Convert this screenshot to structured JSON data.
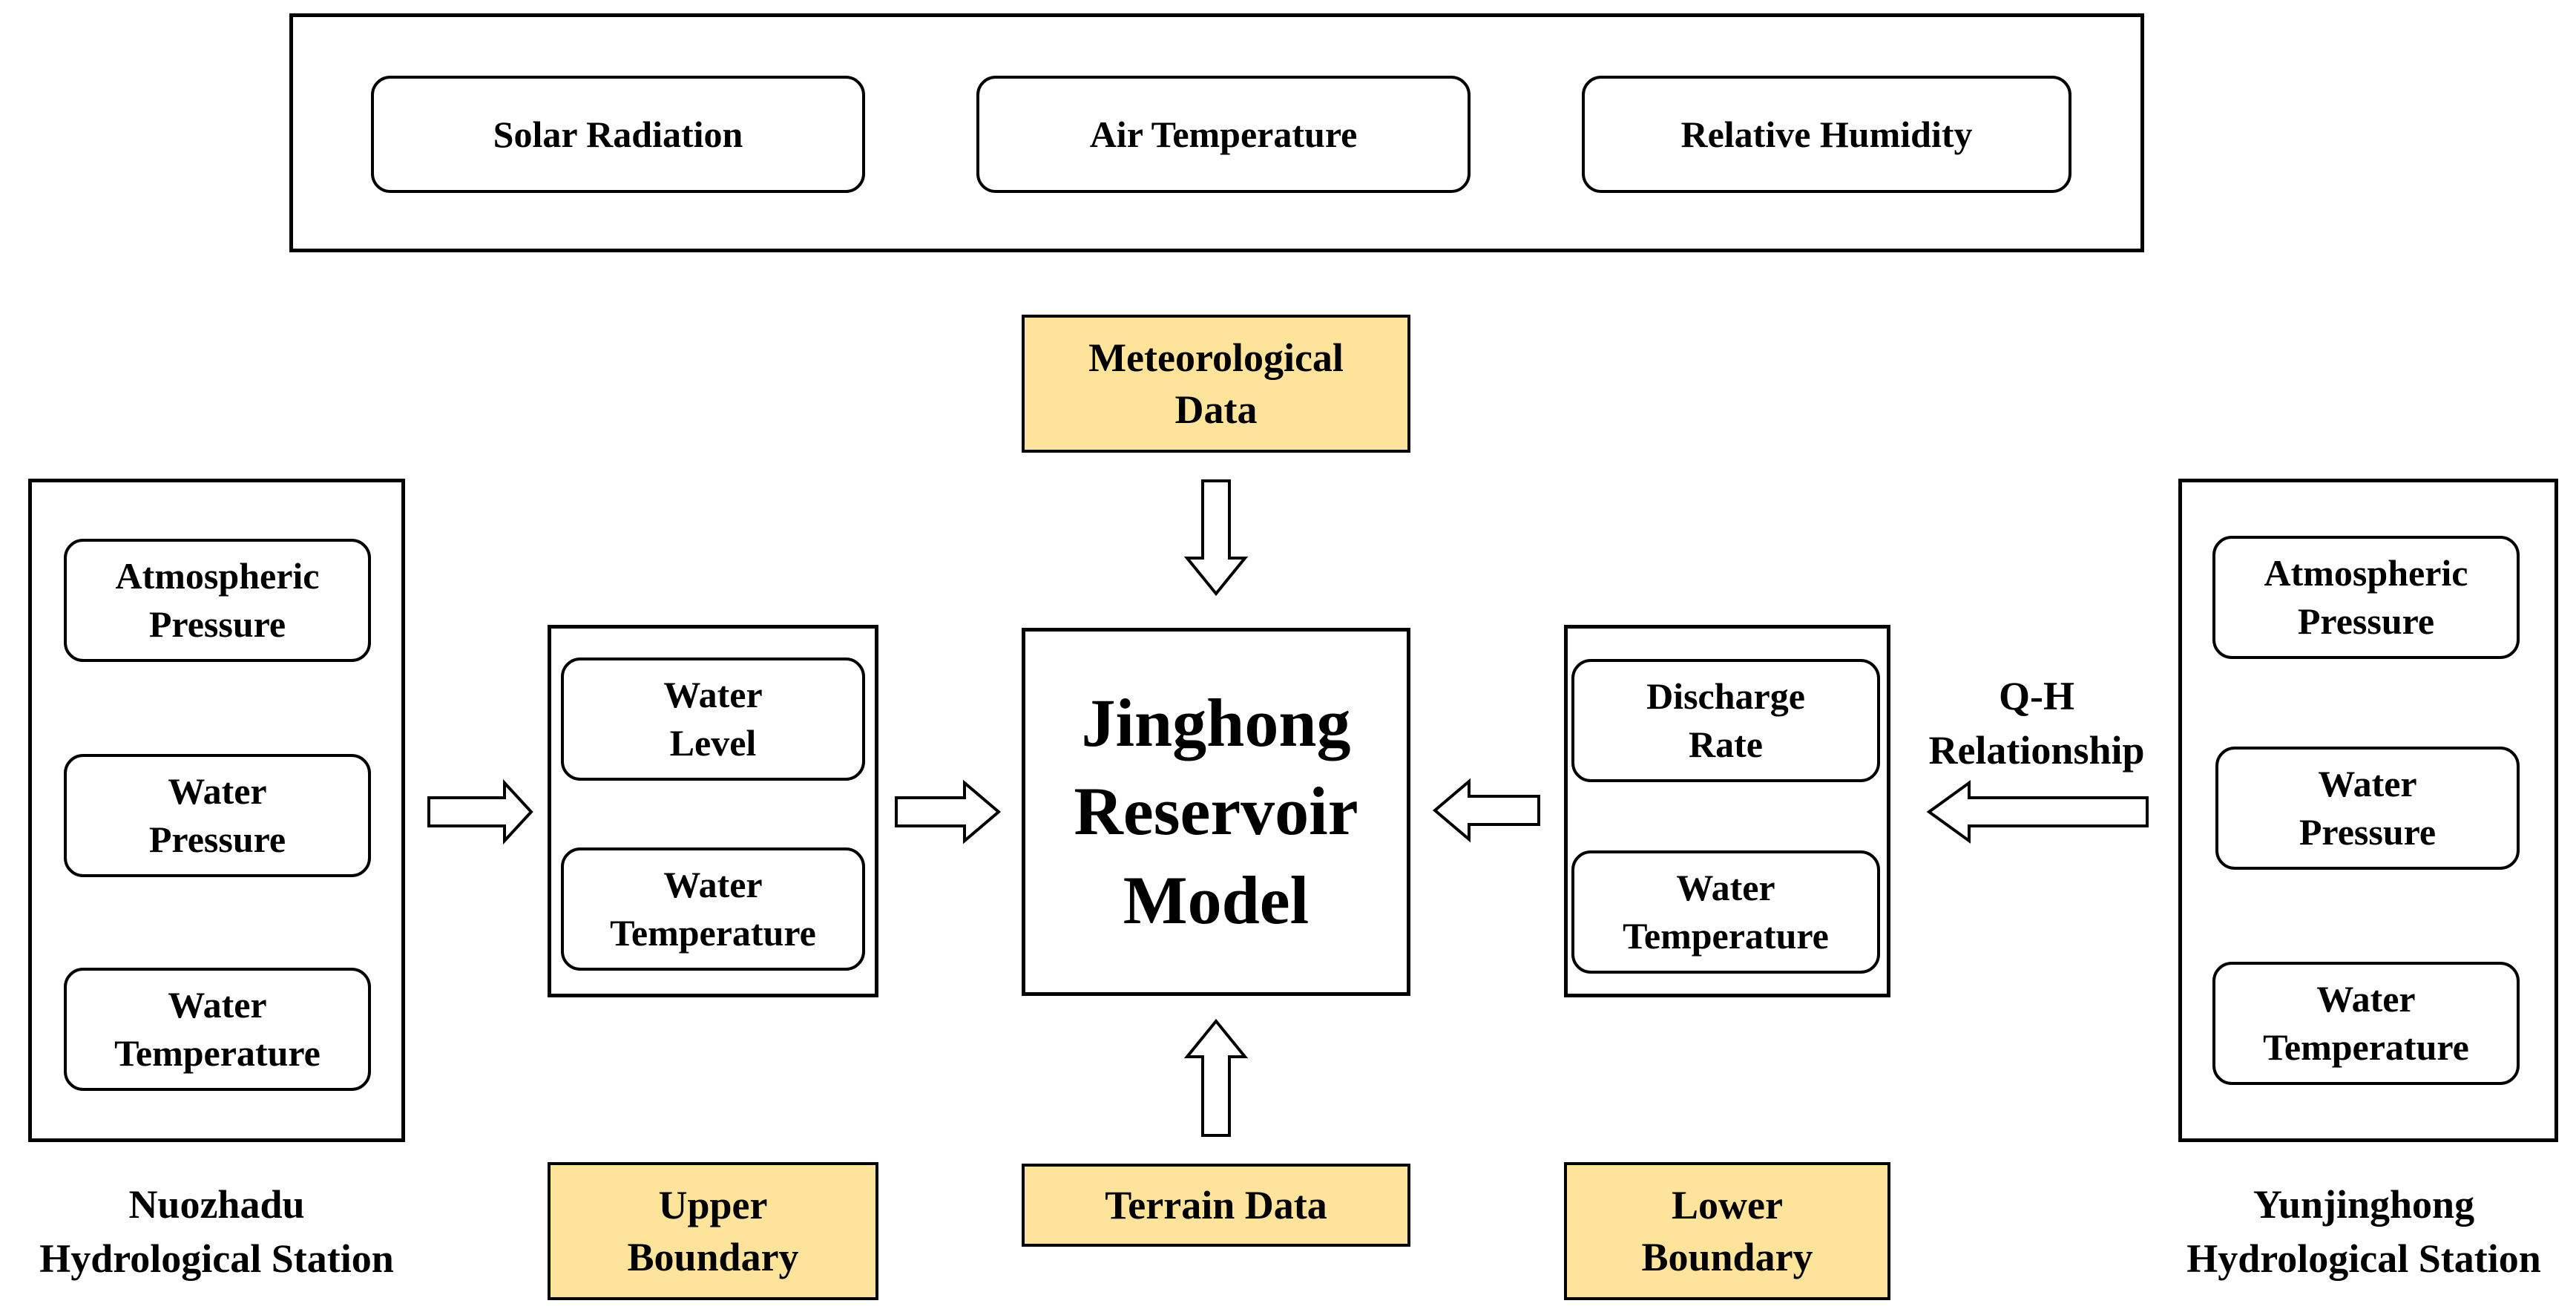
{
  "colors": {
    "label_fill": "#fde49a",
    "stroke": "#000000",
    "background": "#ffffff"
  },
  "meteorology": {
    "items": [
      "Solar Radiation",
      "Air Temperature",
      "Relative Humidity"
    ],
    "label": "Meteorological\nData"
  },
  "upstream_station": {
    "items": [
      "Atmospheric\nPressure",
      "Water\nPressure",
      "Water\nTemperature"
    ],
    "name": "Nuozhadu\nHydrological Station"
  },
  "downstream_station": {
    "items": [
      "Atmospheric\nPressure",
      "Water\nPressure",
      "Water\nTemperature"
    ],
    "name": "Yunjinghong\nHydrological Station"
  },
  "upper_boundary": {
    "items": [
      "Water\nLevel",
      "Water\nTemperature"
    ],
    "label": "Upper\nBoundary"
  },
  "lower_boundary": {
    "items": [
      "Discharge\nRate",
      "Water\nTemperature"
    ],
    "label": "Lower\nBoundary"
  },
  "model": {
    "title": "Jinghong\nReservoir\nModel"
  },
  "terrain": {
    "label": "Terrain Data"
  },
  "qh_relation": {
    "label": "Q-H\nRelationship"
  }
}
